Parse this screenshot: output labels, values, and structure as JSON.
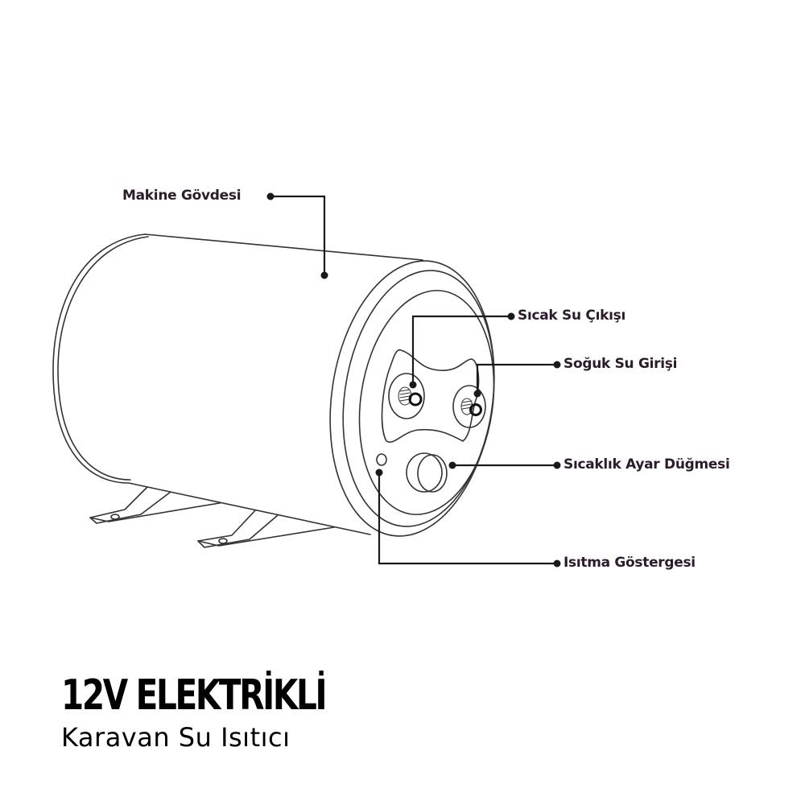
{
  "diagram": {
    "subject": "horizontal cylindrical water heater",
    "line_color": "#222222",
    "label_color": "#2b1b2b",
    "callouts": [
      {
        "id": "body",
        "label": "Makine Gövdesi"
      },
      {
        "id": "hot-out",
        "label": "Sıcak Su Çıkışı"
      },
      {
        "id": "cold-in",
        "label": "Soğuk Su Girişi"
      },
      {
        "id": "thermostat",
        "label": "Sıcaklık  Ayar Düğmesi"
      },
      {
        "id": "indicator",
        "label": "Isıtma Göstergesi"
      }
    ]
  },
  "caption": {
    "title": "12V ELEKTRİKLİ",
    "subtitle": "Karavan Su Isıtıcı"
  }
}
